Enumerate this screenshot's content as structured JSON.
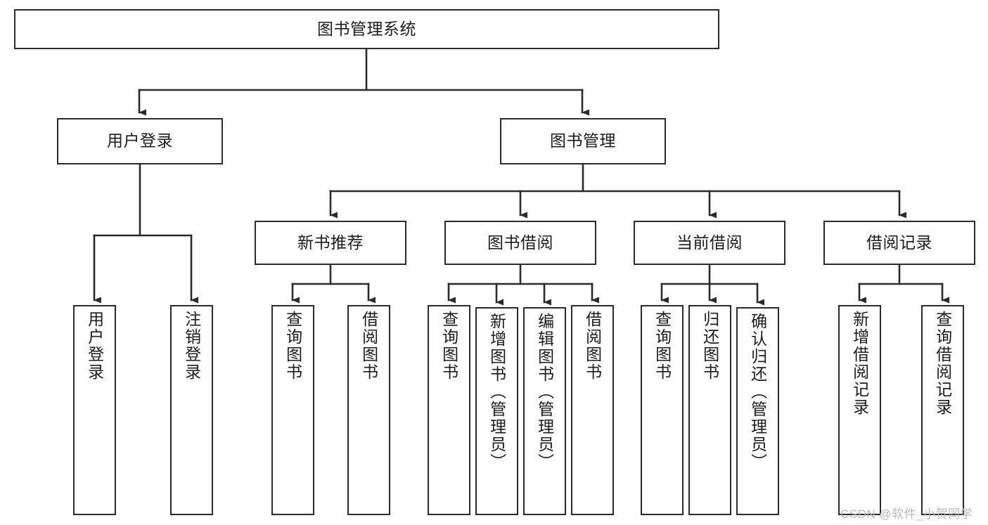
{
  "diagram": {
    "title": "图书管理系统",
    "type": "tree-hierarchy-chart",
    "orientation": "top-down",
    "colors": {
      "box_border": "#2b2b2b",
      "box_fill": "#ffffff",
      "edge": "#2b2b2b",
      "text": "#1c1c1c",
      "watermark": "#b9b9b9",
      "background": "#ffffff"
    },
    "levels": {
      "root": {
        "label": "图书管理系统"
      },
      "level2": [
        {
          "label": "用户登录"
        },
        {
          "label": "图书管理"
        }
      ],
      "level3": [
        {
          "label": "新书推荐"
        },
        {
          "label": "图书借阅"
        },
        {
          "label": "当前借阅"
        },
        {
          "label": "借阅记录"
        }
      ],
      "leaves": {
        "user_login": [
          {
            "label": "用户登录"
          },
          {
            "label": "注销登录"
          }
        ],
        "new_book_recommend": [
          {
            "label": "查询图书"
          },
          {
            "label": "借阅图书"
          }
        ],
        "book_borrow": [
          {
            "label": "查询图书"
          },
          {
            "label": "新增图书（管理员）"
          },
          {
            "label": "编辑图书（管理员）"
          },
          {
            "label": "借阅图书"
          }
        ],
        "current_borrow": [
          {
            "label": "查询图书"
          },
          {
            "label": "归还图书"
          },
          {
            "label": "确认归还（管理员）"
          }
        ],
        "borrow_records": [
          {
            "label": "新增借阅记录"
          },
          {
            "label": "查询借阅记录"
          }
        ]
      }
    }
  },
  "watermark": {
    "text": "CSDN @软件_小贺同学"
  }
}
